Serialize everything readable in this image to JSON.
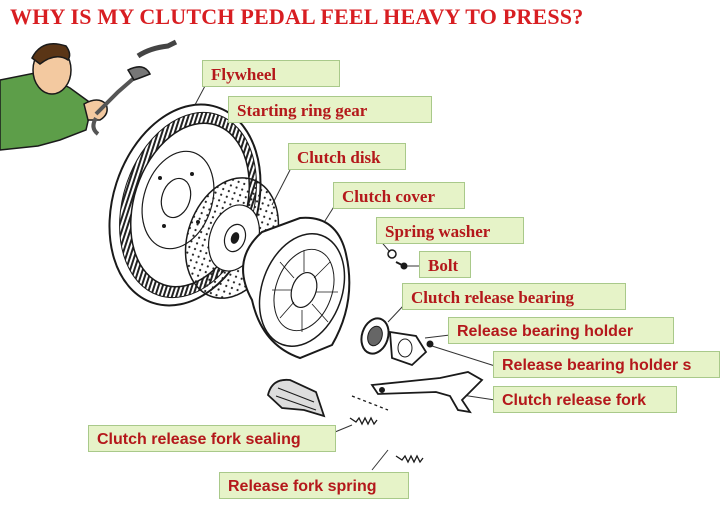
{
  "title": "WHY IS MY CLUTCH PEDAL FEEL HEAVY TO PRESS?",
  "colors": {
    "title": "#d81e22",
    "label_text": "#b4181b",
    "label_bg": "#e6f3c8",
    "label_border": "#a9c98a"
  },
  "labels": {
    "flywheel": "Flywheel",
    "starting_ring_gear": "Starting ring gear",
    "clutch_disk": "Clutch disk",
    "clutch_cover": "Clutch cover",
    "spring_washer": "Spring washer",
    "bolt": "Bolt",
    "clutch_release_bearing": "Clutch release bearing",
    "release_bearing_holder": "Release bearing holder",
    "release_bearing_holder_spring": "Release bearing holder s",
    "clutch_release_fork": "Clutch release fork",
    "clutch_release_fork_sealing": "Clutch release fork sealing",
    "release_fork_spring": "Release fork spring"
  },
  "illustration": {
    "mechanic": "mechanic-with-wrench"
  }
}
